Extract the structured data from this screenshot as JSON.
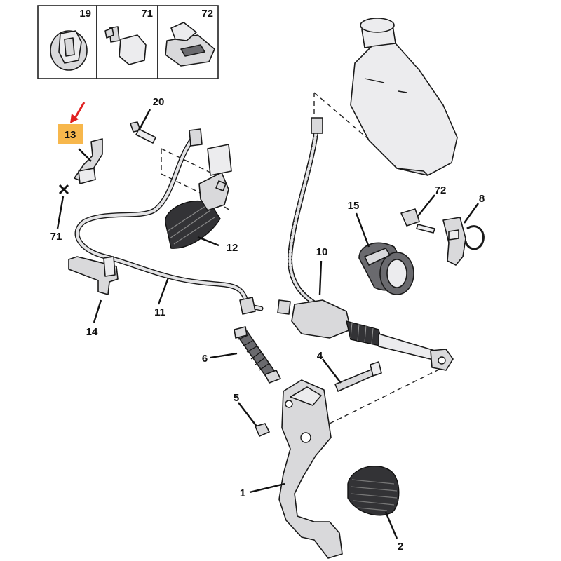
{
  "header_table": {
    "cells": [
      {
        "ref": "19",
        "icon": "clip-icon"
      },
      {
        "ref": "71",
        "icon": "screw-icon"
      },
      {
        "ref": "72",
        "icon": "clamp-pad-icon"
      }
    ]
  },
  "highlight": {
    "ref": "13",
    "box_color": "#f7b74c",
    "arrow_color": "#e02020"
  },
  "callouts": {
    "c20": "20",
    "c12": "12",
    "c71": "71",
    "c14": "14",
    "c11": "11",
    "c10": "10",
    "c15": "15",
    "c72": "72",
    "c8": "8",
    "c6": "6",
    "c4": "4",
    "c5": "5",
    "c1": "1",
    "c2": "2"
  },
  "colors": {
    "part_fill": "#d9d9db",
    "outline": "#1a1a1a",
    "background": "#ffffff"
  }
}
